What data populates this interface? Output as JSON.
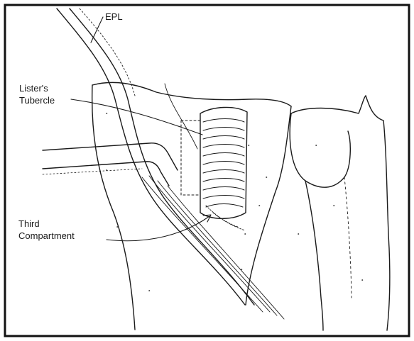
{
  "figure": {
    "labels": {
      "epl": "EPL",
      "lister_line1": "Lister's",
      "lister_line2": "Tubercle",
      "third_line1": "Third",
      "third_line2": "Compartment"
    },
    "colors": {
      "ink": "#1a1a1a",
      "background": "#ffffff",
      "frame": "#111111"
    }
  }
}
